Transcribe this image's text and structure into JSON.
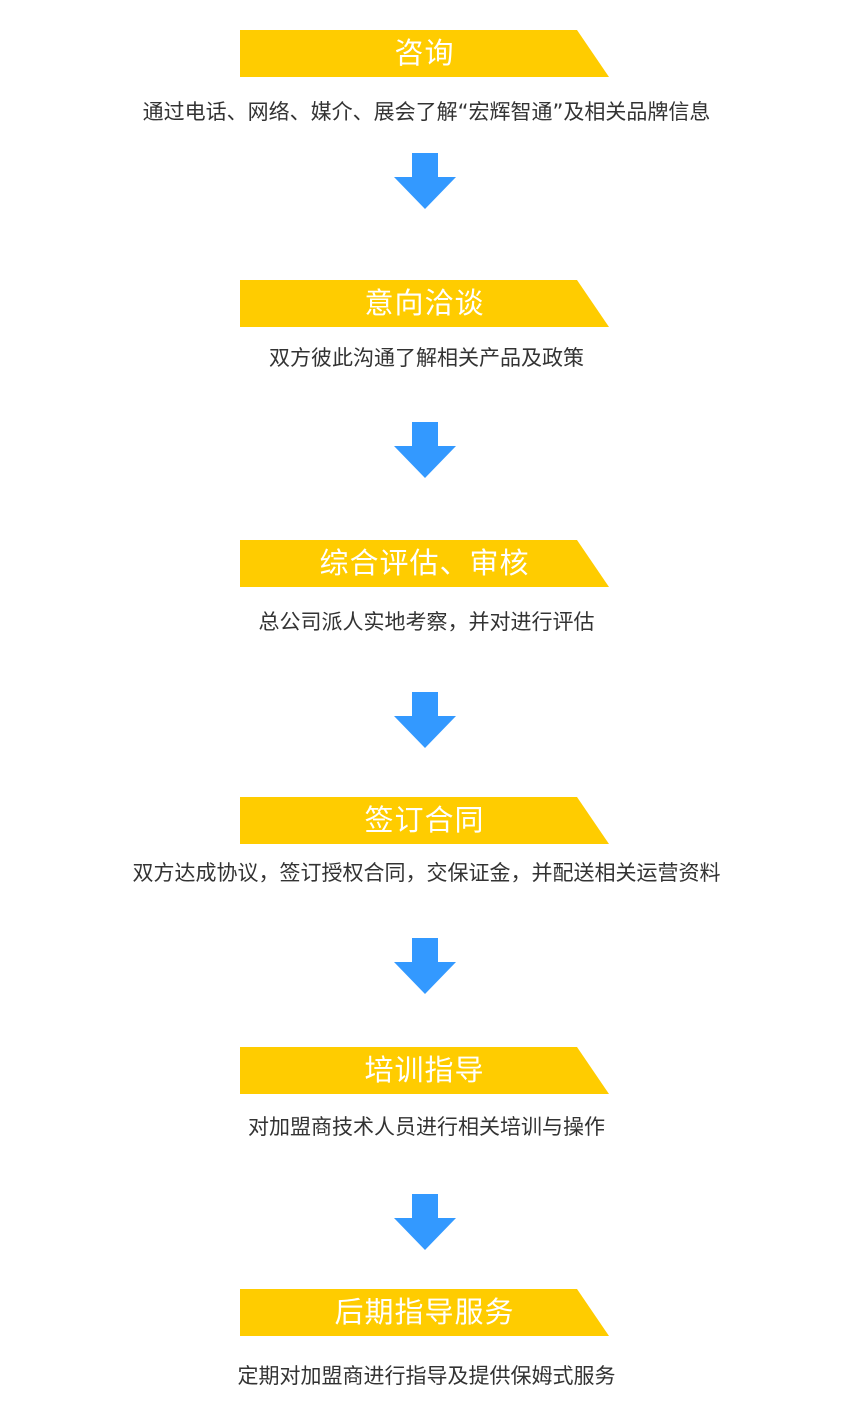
{
  "colors": {
    "banner": "#FFCC00",
    "banner_text": "#FFFFFF",
    "arrow": "#3399FF",
    "desc_text": "#333333"
  },
  "steps": [
    {
      "title": "咨询",
      "desc": "通过电话、网络、媒介、展会了解“宏辉智通”及相关品牌信息"
    },
    {
      "title": "意向洽谈",
      "desc": "双方彼此沟通了解相关产品及政策"
    },
    {
      "title": "综合评估、审核",
      "desc": "总公司派人实地考察，并对进行评估"
    },
    {
      "title": "签订合同",
      "desc": "双方达成协议，签订授权合同，交保证金，并配送相关运营资料"
    },
    {
      "title": "培训指导",
      "desc": "对加盟商技术人员进行相关培训与操作"
    },
    {
      "title": "后期指导服务",
      "desc": "定期对加盟商进行指导及提供保姆式服务"
    }
  ]
}
